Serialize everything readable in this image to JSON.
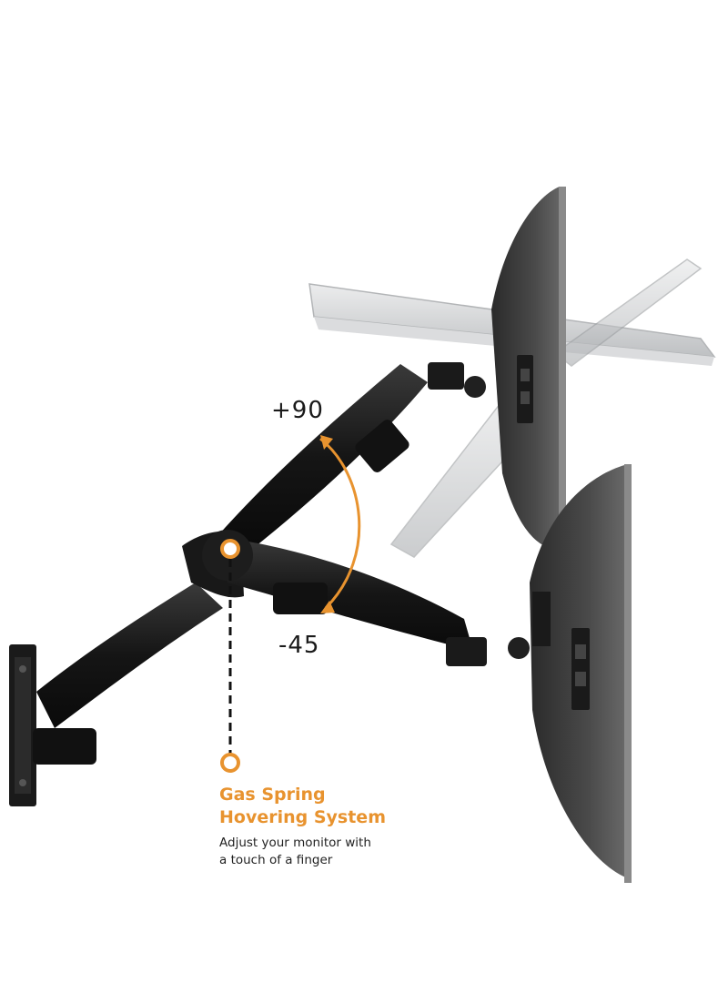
{
  "annotations": {
    "upper_angle": "+90",
    "lower_angle": "-45"
  },
  "caption": {
    "title_line1": "Gas Spring",
    "title_line2": "Hovering System",
    "subtitle_line1": "Adjust your monitor with",
    "subtitle_line2": "a touch of a finger"
  },
  "colors": {
    "accent": "#e8932f",
    "arm": "#1c1c1c",
    "monitor_back": "#3a3a3a",
    "ghost_monitor": "#b9bcbf"
  }
}
